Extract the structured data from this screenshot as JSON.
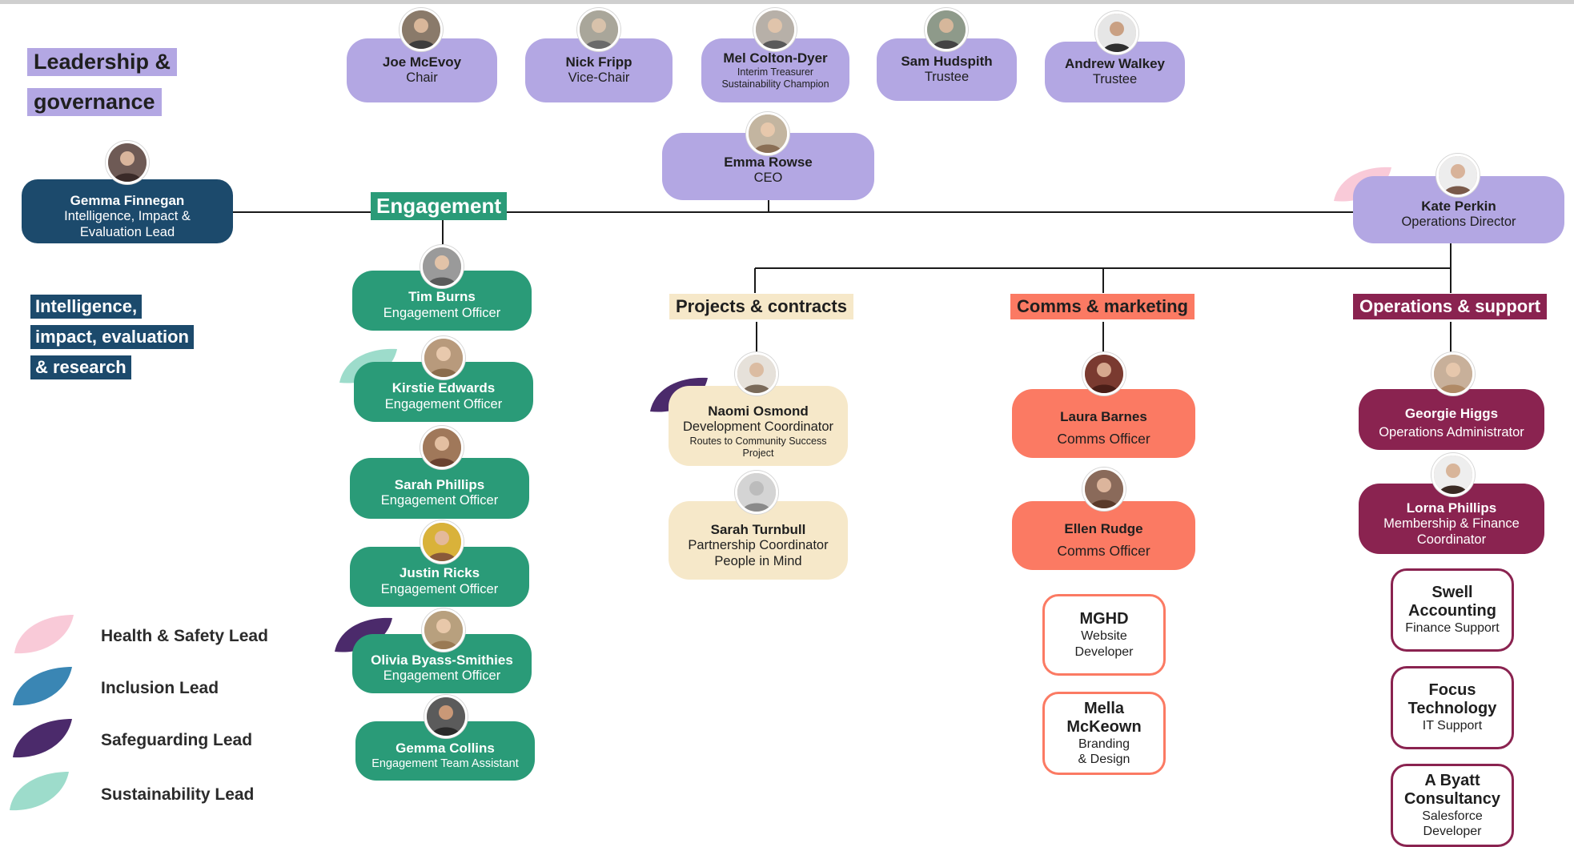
{
  "colors": {
    "purple": "#b3a7e3",
    "navy": "#1c4a6c",
    "green": "#2a9b78",
    "cream": "#f6e8c9",
    "coral": "#fb7a63",
    "maroon": "#8a2350",
    "health_safety": "#f9cad8",
    "inclusion": "#3a86b4",
    "safeguarding": "#4b2a6b",
    "sustainability": "#9ddccb"
  },
  "sections": {
    "leadership": [
      "Leadership &",
      "governance"
    ],
    "intelligence": [
      "Intelligence,",
      "impact, evaluation",
      "& research"
    ],
    "engagement": "Engagement",
    "projects": "Projects & contracts",
    "comms": "Comms & marketing",
    "operations": "Operations & support"
  },
  "trustees": [
    {
      "name": "Joe McEvoy",
      "role": "Chair"
    },
    {
      "name": "Nick Fripp",
      "role": "Vice-Chair"
    },
    {
      "name": "Mel Colton-Dyer",
      "role": "Interim Treasurer",
      "role2": "Sustainability Champion"
    },
    {
      "name": "Sam Hudspith",
      "role": "Trustee"
    },
    {
      "name": "Andrew Walkey",
      "role": "Trustee"
    }
  ],
  "ceo": {
    "name": "Emma Rowse",
    "role": "CEO"
  },
  "intelligence_lead": {
    "name": "Gemma Finnegan",
    "role": [
      "Intelligence, Impact &",
      "Evaluation Lead"
    ]
  },
  "operations_director": {
    "name": "Kate Perkin",
    "role": "Operations Director"
  },
  "engagement_team": [
    {
      "name": "Tim Burns",
      "role": "Engagement Officer"
    },
    {
      "name": "Kirstie Edwards",
      "role": "Engagement Officer"
    },
    {
      "name": "Sarah Phillips",
      "role": "Engagement Officer"
    },
    {
      "name": "Justin Ricks",
      "role": "Engagement Officer"
    },
    {
      "name": "Olivia Byass-Smithies",
      "role": "Engagement Officer"
    },
    {
      "name": "Gemma Collins",
      "role": "Engagement Team Assistant"
    }
  ],
  "projects_team": [
    {
      "name": "Naomi Osmond",
      "role": "Development Coordinator",
      "role2": [
        "Routes to Community Success",
        "Project"
      ]
    },
    {
      "name": "Sarah Turnbull",
      "role": [
        "Partnership Coordinator",
        "People in Mind"
      ]
    }
  ],
  "comms_team": [
    {
      "name": "Laura Barnes",
      "role": "Comms Officer"
    },
    {
      "name": "Ellen Rudge",
      "role": "Comms Officer"
    }
  ],
  "comms_external": [
    {
      "name": [
        "MGHD"
      ],
      "role": [
        "Website",
        "Developer"
      ]
    },
    {
      "name": [
        "Mella",
        "McKeown"
      ],
      "role": [
        "Branding",
        "& Design"
      ]
    }
  ],
  "operations_team": [
    {
      "name": "Georgie Higgs",
      "role": "Operations Administrator"
    },
    {
      "name": "Lorna Phillips",
      "role": [
        "Membership & Finance",
        "Coordinator"
      ]
    }
  ],
  "operations_external": [
    {
      "name": [
        "Swell",
        "Accounting"
      ],
      "role": [
        "Finance Support"
      ]
    },
    {
      "name": [
        "Focus",
        "Technology"
      ],
      "role": [
        "IT Support"
      ]
    },
    {
      "name": [
        "A Byatt",
        "Consultancy"
      ],
      "role": [
        "Salesforce",
        "Developer"
      ]
    }
  ],
  "legend": [
    {
      "label": "Health & Safety Lead",
      "color": "#f9cad8"
    },
    {
      "label": "Inclusion Lead",
      "color": "#3a86b4"
    },
    {
      "label": "Safeguarding Lead",
      "color": "#4b2a6b"
    },
    {
      "label": "Sustainability Lead",
      "color": "#9ddccb"
    }
  ]
}
